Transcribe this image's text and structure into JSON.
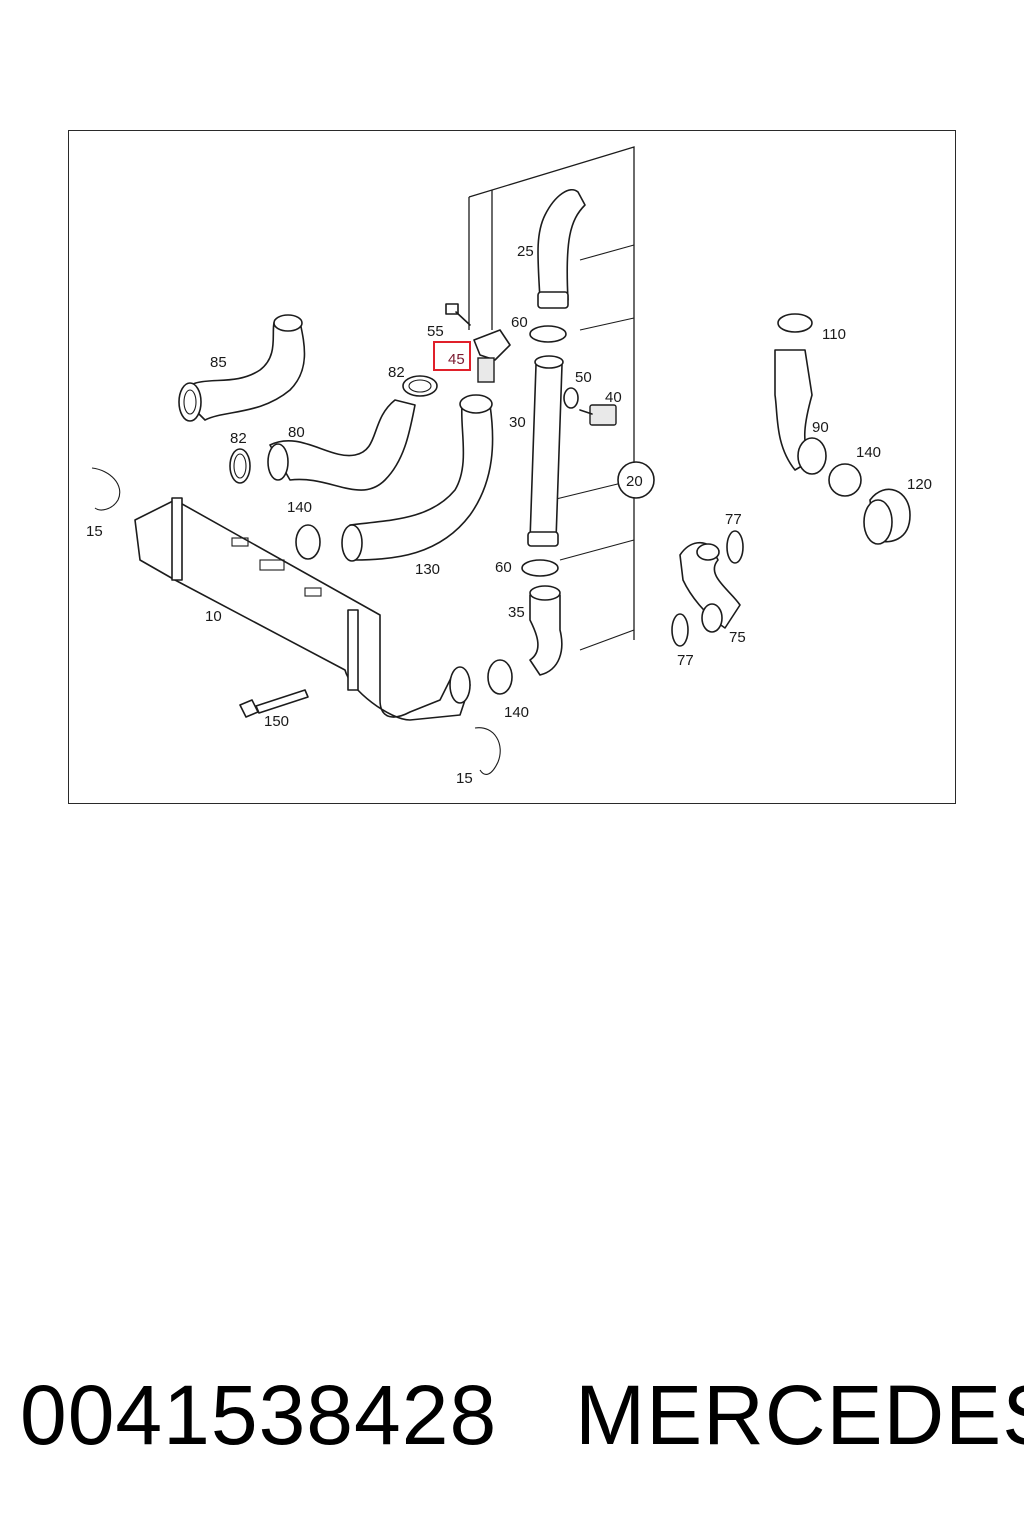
{
  "diagram": {
    "callouts": {
      "c10": "10",
      "c15a": "15",
      "c15b": "15",
      "c20": "20",
      "c25": "25",
      "c30": "30",
      "c35": "35",
      "c40": "40",
      "c45": "45",
      "c50": "50",
      "c55": "55",
      "c60a": "60",
      "c60b": "60",
      "c75": "75",
      "c77a": "77",
      "c77b": "77",
      "c80": "80",
      "c82a": "82",
      "c82b": "82",
      "c85": "85",
      "c90": "90",
      "c110": "110",
      "c120": "120",
      "c130": "130",
      "c140a": "140",
      "c140b": "140",
      "c140c": "140",
      "c150": "150"
    },
    "highlighted_part": "45",
    "highlight_color": "#e0202a"
  },
  "footer": {
    "part_number": "0041538428",
    "brand": "MERCEDES"
  }
}
